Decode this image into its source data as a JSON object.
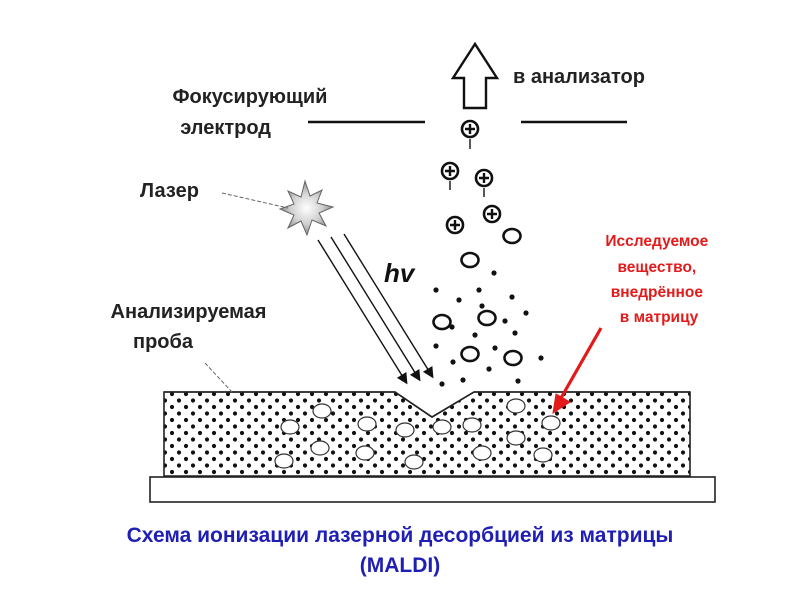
{
  "labels": {
    "to_analyzer": "в анализатор",
    "focusing_electrode": [
      "Фокусирующий",
      "электрод"
    ],
    "laser": "Лазер",
    "analyzed_sample": [
      "Анализируемая",
      "проба"
    ],
    "photon": "hv",
    "analyte": [
      "Исследуемое",
      "вещество,",
      "внедрённое",
      "в матрицу"
    ]
  },
  "caption": {
    "line1": "Схема ионизации лазерной десорбцией из матрицы",
    "line2": "(MALDI)"
  },
  "colors": {
    "caption": "#1f1fb5",
    "analyte_label": "#e31a1a",
    "analyte_arrow": "#e31a1a",
    "ink": "#111111"
  },
  "icons": {
    "ion": "circled-plus",
    "laser": "starburst",
    "output": "hollow-up-arrow"
  }
}
